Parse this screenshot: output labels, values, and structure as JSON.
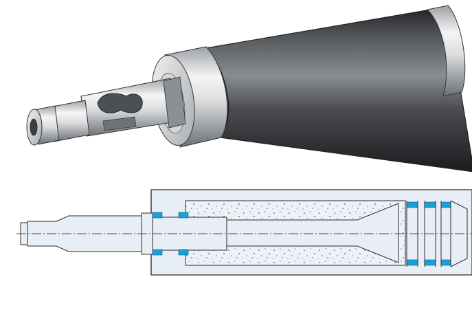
{
  "figure": {
    "kind": "technical-illustration",
    "views": [
      "perspective",
      "cross-section"
    ],
    "colors": {
      "background": "#ffffff",
      "roller_dark": "#3d3f41",
      "steel_light": "#e6e7e9",
      "section_fill": "#e8eef6",
      "seal_blue": "#1aa0d6",
      "outline": "#2b2b2b",
      "speckle": "#6b6b6b"
    }
  }
}
